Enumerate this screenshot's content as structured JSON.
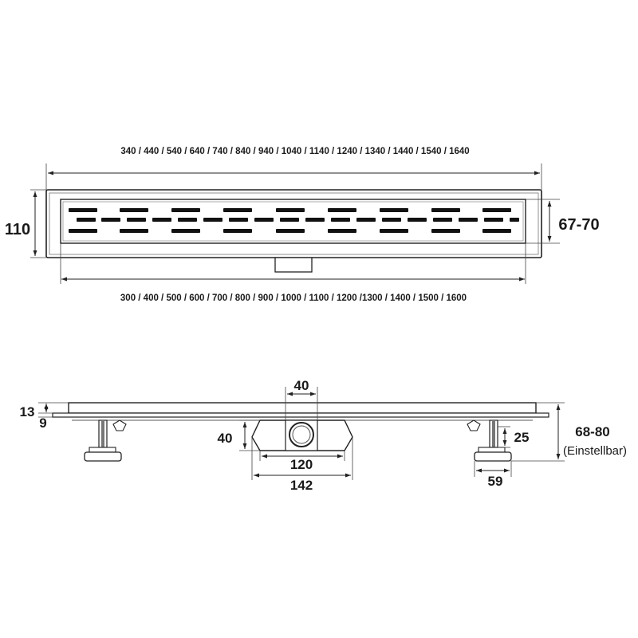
{
  "top_view": {
    "outer_length_label": "340 / 440 / 540 / 640 / 740 / 840 / 940 / 1040 / 1140 / 1240 / 1340 / 1440 / 1540 / 1640",
    "inner_length_label": "300 / 400 / 500 / 600 / 700 / 800 / 900 / 1000 / 1100 / 1200 /1300 / 1400 / 1500 / 1600",
    "width_label": "110",
    "grate_width_label": "67-70"
  },
  "side_view": {
    "outlet_diameter_label": "40",
    "frame_height_label": "13",
    "flange_label": "9",
    "outlet_height_label": "40",
    "outlet_inner_label": "120",
    "outlet_outer_label": "142",
    "foot_height_label": "25",
    "foot_width_label": "59",
    "total_height_label": "68-80",
    "adjustable_label": "(Einstellbar)"
  }
}
